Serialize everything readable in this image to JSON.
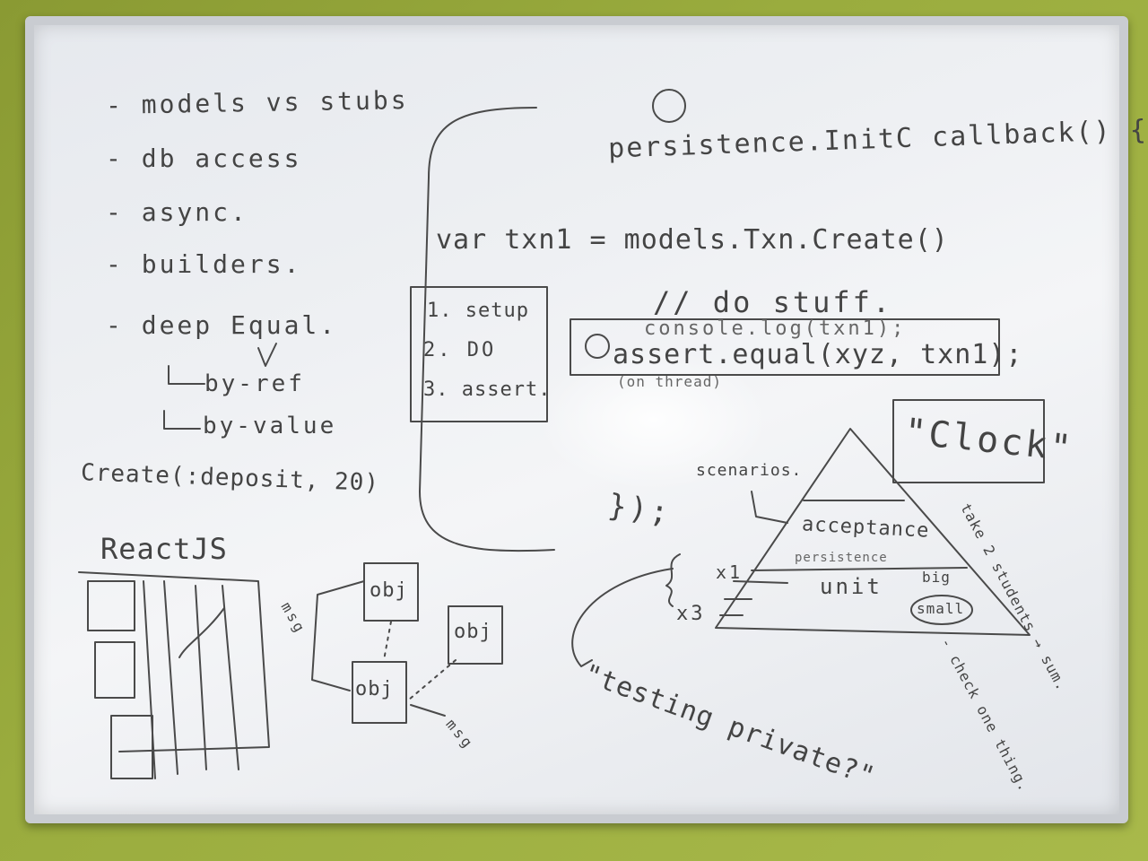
{
  "board": {
    "list": [
      "- models vs stubs",
      "- db access",
      "- async.",
      "- builders.",
      "- deep Equal."
    ],
    "by_ref": "by-ref",
    "by_value": "by-value",
    "create_call": "Create(:deposit, 20)",
    "persistence_line": "persistence.InitC callback() {",
    "var_line": "var txn1 =  models.Txn.Create()",
    "do_stuff": "// do stuff.",
    "console_log": "console.log(txn1);",
    "assert_line": "assert.equal(xyz, txn1);",
    "on_thread": "(on thread)",
    "steps": [
      "1. setup",
      "2. DO",
      "3. assert."
    ],
    "close_brace": "});",
    "clock": "\"Clock\"",
    "scenarios": "scenarios.",
    "acceptance": "acceptance",
    "persistence_label": "persistence",
    "unit": "unit",
    "big": "big",
    "small": "small",
    "x1": "x1",
    "x3": "x3",
    "take_students": "take 2 students → sum.",
    "check_one_thing": "- check one thing.",
    "testing_private": "\"testing private?\"",
    "reactjs": "ReactJS",
    "obj": "obj",
    "msg": "msg"
  }
}
